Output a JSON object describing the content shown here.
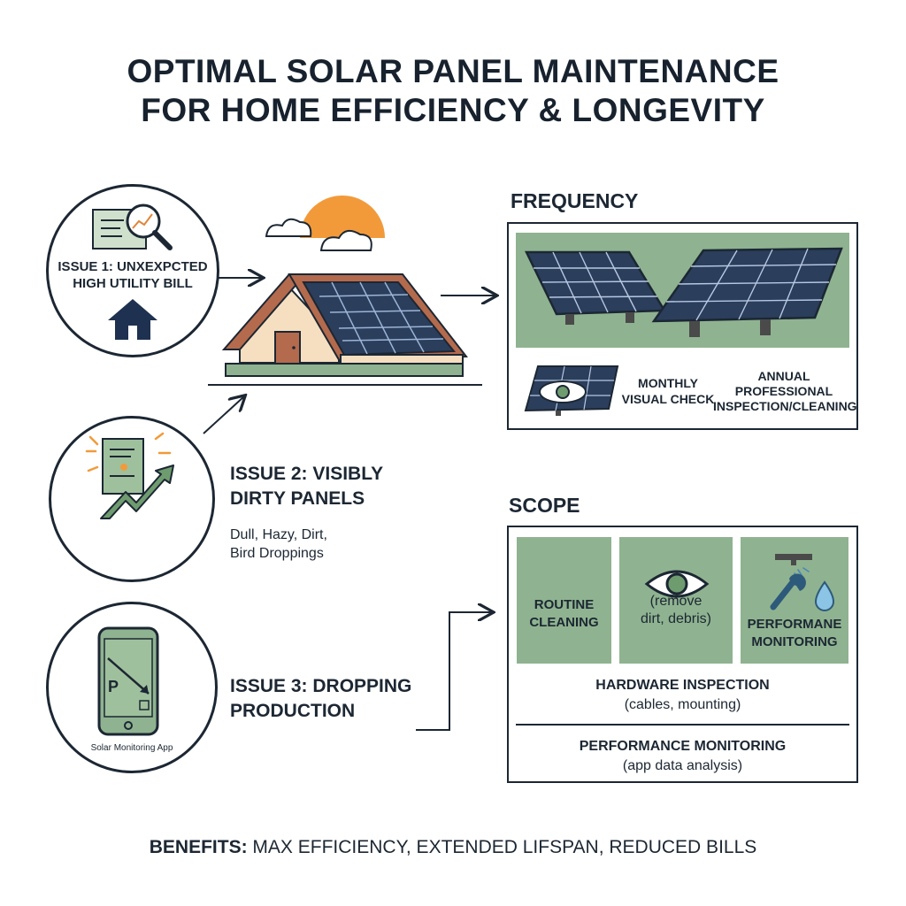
{
  "title": {
    "line1": "OPTIMAL SOLAR PANEL MAINTENANCE",
    "line2": "FOR HOME EFFICIENCY & LONGEVITY"
  },
  "issues": [
    {
      "label_line1": "ISSUE 1: UNXEXPCTED",
      "label_line2": "HIGH UTILITY BILL",
      "icons": [
        "bill-magnifier-icon",
        "house-icon"
      ]
    },
    {
      "label_line1": "ISSUE 2: VISIBLY",
      "label_line2": "DIRTY PANELS",
      "desc_line1": "Dull, Hazy, Dirt,",
      "desc_line2": "Bird Droppings",
      "icons": [
        "report-chart-icon"
      ]
    },
    {
      "label_line1": "ISSUE 3: DROPPING",
      "label_line2": "PRODUCTION",
      "app_label": "Solar Monitoring App",
      "app_letter": "P",
      "icons": [
        "phone-app-icon"
      ]
    }
  ],
  "frequency": {
    "title": "FREQUENCY",
    "monthly_line1": "MONTHLY",
    "monthly_line2": "VISUAL CHECK",
    "annual_line1": "ANNUAL",
    "annual_line2": "PROFESSIONAL",
    "annual_line3": "INSPECTION/CLEANING"
  },
  "scope": {
    "title": "SCOPE",
    "tiles": [
      {
        "line1": "ROUTINE",
        "line2": "CLEANING"
      },
      {
        "line1": "(remove",
        "line2": "dirt, debris)"
      },
      {
        "line1": "PERFORMANE",
        "line2": "MONITORING"
      }
    ],
    "hardware_title": "HARDWARE INSPECTION",
    "hardware_sub": "(cables, mounting)",
    "performance_title": "PERFORMANCE MONITORING",
    "performance_sub": "(app data analysis)"
  },
  "benefits": {
    "label": "BENEFITS:",
    "text": " MAX EFFICIENCY, EXTENDED LIFSPAN, REDUCED BILLS"
  },
  "colors": {
    "dark": "#1c2733",
    "green": "#8fb390",
    "sun": "#f29a3a",
    "roof": "#b46a4d",
    "wall": "#f6dfc0",
    "panel": "#2b3e5c"
  }
}
